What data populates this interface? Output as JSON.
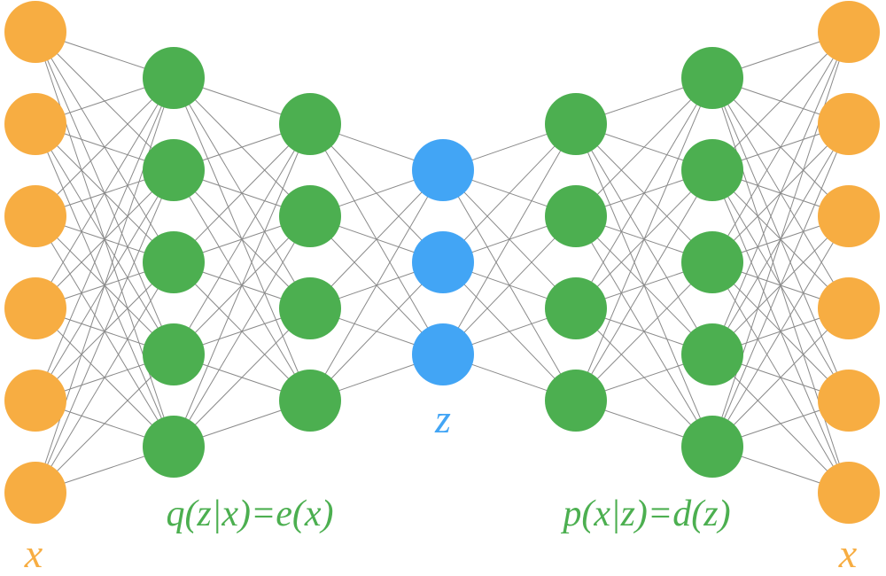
{
  "colors": {
    "input": "#f7ad42",
    "hidden": "#4caf50",
    "latent": "#42a5f5",
    "edge": "#8a8a8a"
  },
  "layers": [
    {
      "role": "input",
      "count": 6
    },
    {
      "role": "hidden",
      "count": 5
    },
    {
      "role": "hidden",
      "count": 4
    },
    {
      "role": "latent",
      "count": 3
    },
    {
      "role": "hidden",
      "count": 4
    },
    {
      "role": "hidden",
      "count": 5
    },
    {
      "role": "output",
      "count": 6
    }
  ],
  "labels": {
    "input_x": "x",
    "latent_z": "z",
    "encoder": "q(z|x)=e(x)",
    "decoder": "p(x|z)=d(z)",
    "output_x": "x"
  }
}
